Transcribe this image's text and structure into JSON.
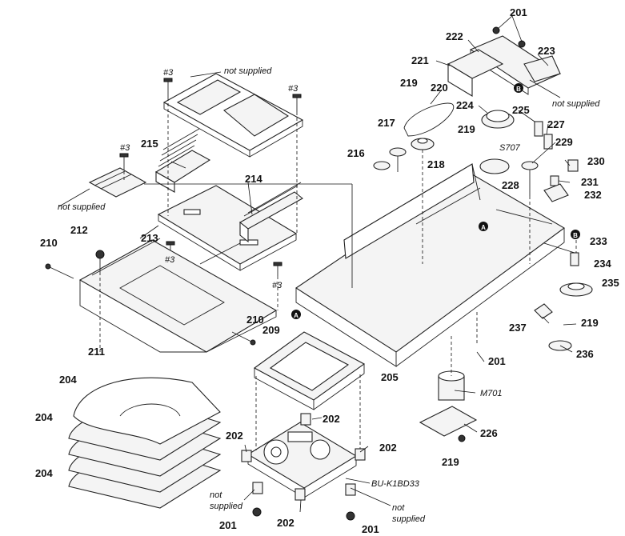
{
  "labels": {
    "p201a": "201",
    "p201b": "201",
    "p201c": "201",
    "p201d": "201",
    "p202a": "202",
    "p202b": "202",
    "p202c": "202",
    "p202d": "202",
    "p204a": "204",
    "p204b": "204",
    "p204c": "204",
    "p205": "205",
    "p209": "209",
    "p210a": "210",
    "p210b": "210",
    "p211": "211",
    "p212": "212",
    "p213": "213",
    "p214": "214",
    "p215": "215",
    "p216": "216",
    "p217": "217",
    "p218": "218",
    "p219a": "219",
    "p219b": "219",
    "p219c": "219",
    "p219d": "219",
    "p220": "220",
    "p221": "221",
    "p222": "222",
    "p223": "223",
    "p224": "224",
    "p225": "225",
    "p226": "226",
    "p227": "227",
    "p228": "228",
    "p229": "229",
    "p230": "230",
    "p231": "231",
    "p232": "232",
    "p233": "233",
    "p234": "234",
    "p235": "235",
    "p236": "236",
    "p237": "237"
  },
  "screw_marks": {
    "a": "#3",
    "b": "#3",
    "c": "#3",
    "d": "#3",
    "e": "#3"
  },
  "notes": {
    "not_supplied_top": "not supplied",
    "not_supplied_left": "not supplied",
    "not_supplied_right": "not supplied",
    "not_supplied_bottom_left_1": "not",
    "not_supplied_bottom_left_2": "supplied",
    "not_supplied_bottom_right_1": "not",
    "not_supplied_bottom_right_2": "supplied"
  },
  "refs": {
    "s707": "S707",
    "m701": "M701",
    "bu": "BU-K1BD33",
    "mark_a": "A",
    "mark_b": "B"
  }
}
